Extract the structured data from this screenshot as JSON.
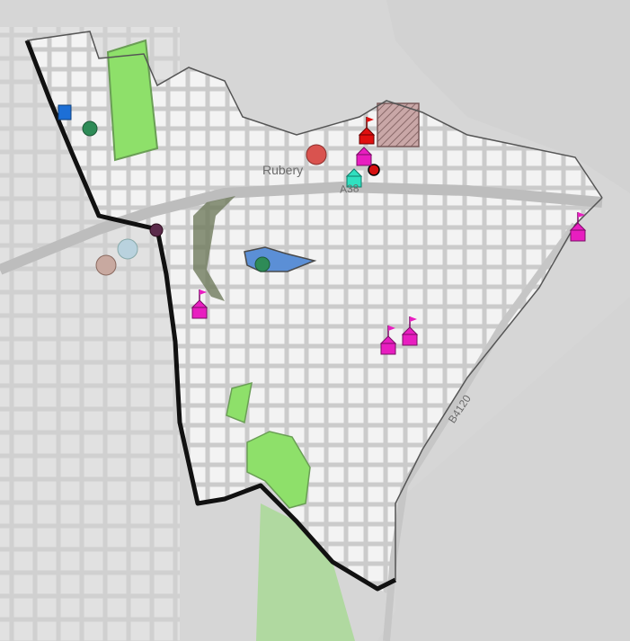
{
  "map": {
    "labels": {
      "place": "Rubery",
      "road_a": "A38",
      "road_b": "B4120"
    },
    "legend_icons": [
      "school-flag-icon",
      "community-building-icon",
      "green-circle-marker-icon",
      "red-circle-marker-icon",
      "blue-square-marker-icon",
      "pond-icon",
      "brown-circle-marker-icon",
      "light-blue-circle-marker-icon",
      "purple-circle-marker-icon",
      "green-space-area"
    ],
    "colors": {
      "boundary": "#111111",
      "inside_area": "#f4f4f4",
      "outside_area": "#d8d8d8",
      "roads": "#cfcfcf",
      "green_space": "#8ee06a",
      "water": "#5b8fd6",
      "school_marker": "#e81ec0",
      "hatched_area": "#b98e8e"
    }
  }
}
